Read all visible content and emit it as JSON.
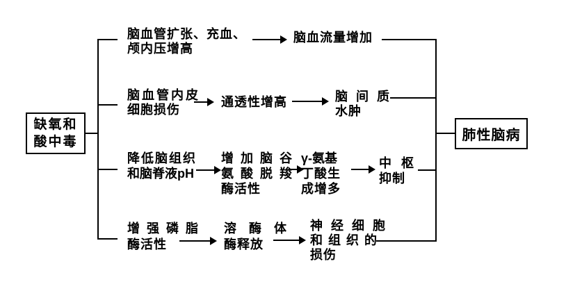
{
  "canvas": {
    "background": "#ffffff",
    "line_color": "#000000",
    "text_color": "#000000"
  },
  "source_box": {
    "lines": [
      "缺氧和",
      "酸中毒"
    ]
  },
  "outcome_box": {
    "label": "肺性脑病"
  },
  "row1": {
    "cause": {
      "lines": [
        "脑血管扩张、充血、",
        "颅内压增高"
      ]
    },
    "effect": {
      "lines": [
        "脑血流量增加"
      ]
    }
  },
  "row2": {
    "cause": {
      "lines": [
        "脑血管内皮",
        "细胞损伤"
      ]
    },
    "mid": {
      "lines": [
        "通透性增高"
      ]
    },
    "effect": {
      "lines": [
        "脑间质",
        "水肿"
      ]
    }
  },
  "row3": {
    "cause": {
      "lines": [
        "降低脑组织",
        "和脑脊液pH"
      ]
    },
    "mid1": {
      "lines": [
        "增加脑谷",
        "氨酸脱羧",
        "酶活性"
      ]
    },
    "mid2": {
      "lines": [
        "γ-氨基",
        "丁酸生",
        "成增多"
      ]
    },
    "effect": {
      "lines": [
        "中枢",
        "抑制"
      ]
    }
  },
  "row4": {
    "cause": {
      "lines": [
        "增强磷脂",
        "酶活性"
      ]
    },
    "mid": {
      "lines": [
        "溶酶体",
        "酶释放"
      ]
    },
    "effect": {
      "lines": [
        "神经细胞",
        "和组织的",
        "损伤"
      ]
    }
  }
}
